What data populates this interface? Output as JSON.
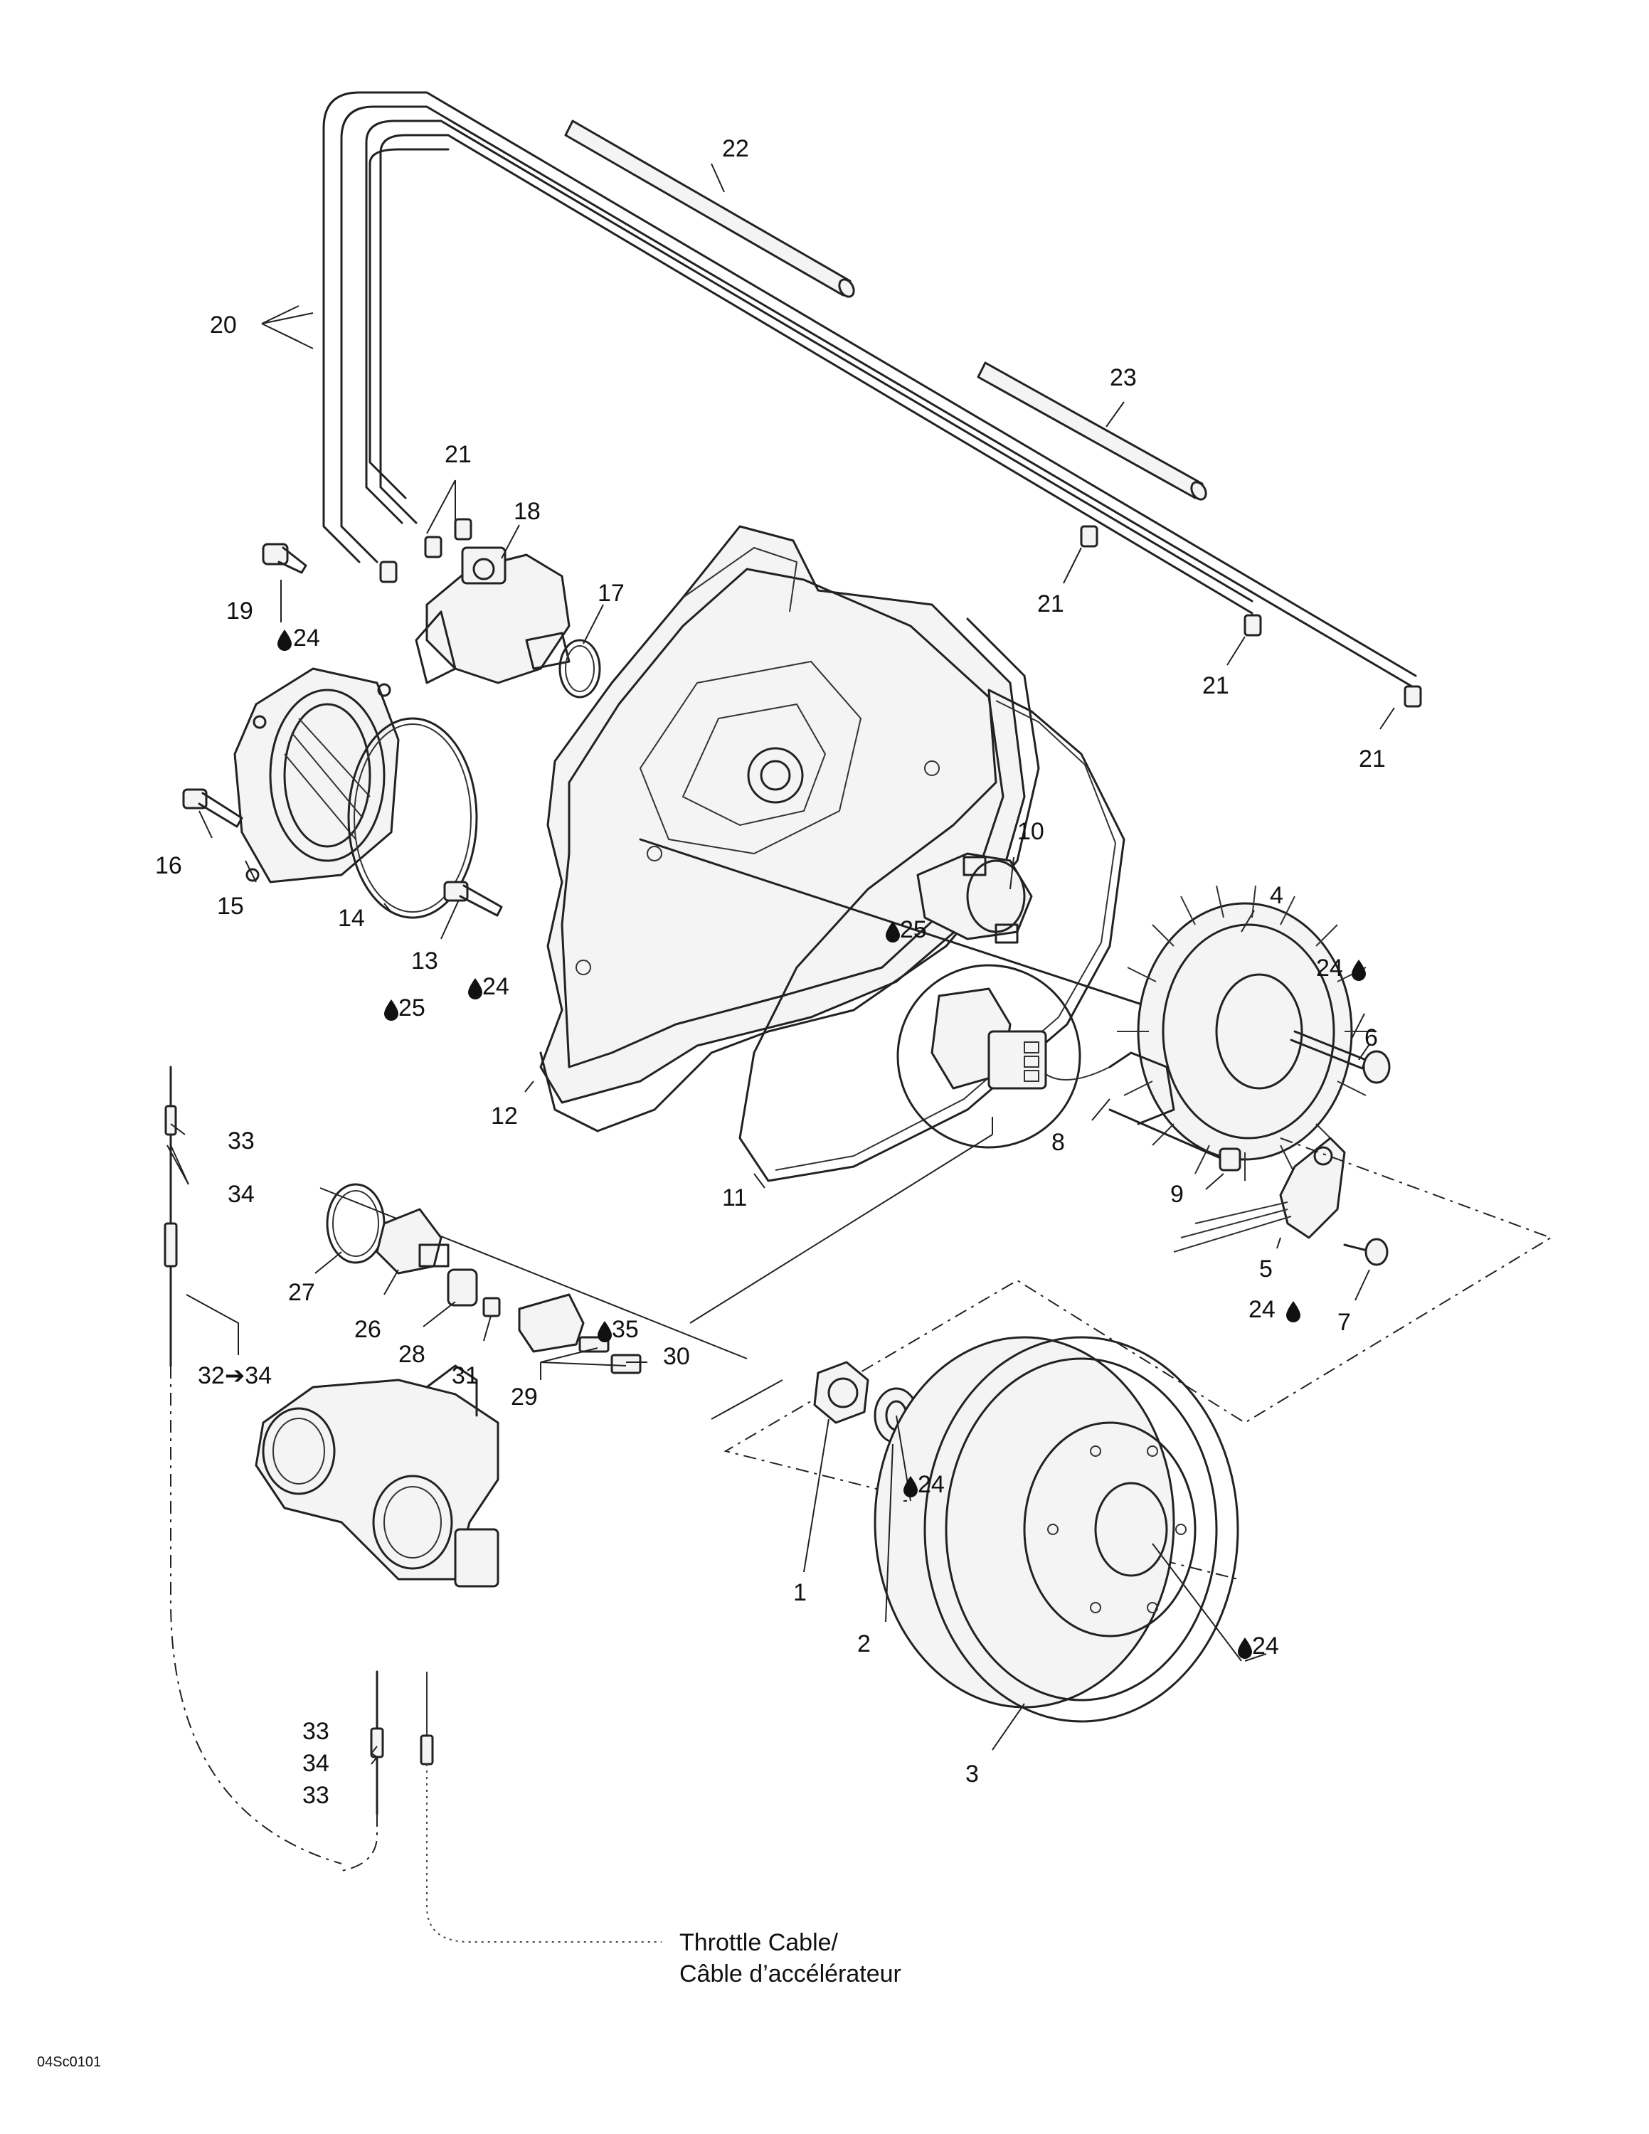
{
  "callouts": [
    {
      "id": "c1",
      "text": "1"
    },
    {
      "id": "c2",
      "text": "2"
    },
    {
      "id": "c3",
      "text": "3"
    },
    {
      "id": "c4",
      "text": "4"
    },
    {
      "id": "c5",
      "text": "5"
    },
    {
      "id": "c6",
      "text": "6"
    },
    {
      "id": "c7",
      "text": "7"
    },
    {
      "id": "c8",
      "text": "8"
    },
    {
      "id": "c9",
      "text": "9"
    },
    {
      "id": "c10",
      "text": "10"
    },
    {
      "id": "c11",
      "text": "11"
    },
    {
      "id": "c12",
      "text": "12"
    },
    {
      "id": "c13",
      "text": "13"
    },
    {
      "id": "c14",
      "text": "14"
    },
    {
      "id": "c15",
      "text": "15"
    },
    {
      "id": "c16",
      "text": "16"
    },
    {
      "id": "c17",
      "text": "17"
    },
    {
      "id": "c18",
      "text": "18"
    },
    {
      "id": "c19",
      "text": "19"
    },
    {
      "id": "c20",
      "text": "20"
    },
    {
      "id": "c21a",
      "text": "21"
    },
    {
      "id": "c21b",
      "text": "21"
    },
    {
      "id": "c21c",
      "text": "21"
    },
    {
      "id": "c21d",
      "text": "21"
    },
    {
      "id": "c22",
      "text": "22"
    },
    {
      "id": "c23",
      "text": "23"
    },
    {
      "id": "c24a",
      "text": "24"
    },
    {
      "id": "c24b",
      "text": "24"
    },
    {
      "id": "c24c",
      "text": "24"
    },
    {
      "id": "c24d",
      "text": "24"
    },
    {
      "id": "c24e",
      "text": "24"
    },
    {
      "id": "c24f",
      "text": "24"
    },
    {
      "id": "c25a",
      "text": "25"
    },
    {
      "id": "c25b",
      "text": "25"
    },
    {
      "id": "c26",
      "text": "26"
    },
    {
      "id": "c27",
      "text": "27"
    },
    {
      "id": "c28",
      "text": "28"
    },
    {
      "id": "c29",
      "text": "29"
    },
    {
      "id": "c30",
      "text": "30"
    },
    {
      "id": "c31",
      "text": "31"
    },
    {
      "id": "c32",
      "text": "32➔34"
    },
    {
      "id": "c33a",
      "text": "33"
    },
    {
      "id": "c33b",
      "text": "33"
    },
    {
      "id": "c33c",
      "text": "33"
    },
    {
      "id": "c34a",
      "text": "34"
    },
    {
      "id": "c34b",
      "text": "34"
    },
    {
      "id": "c35",
      "text": "35"
    }
  ],
  "caption": {
    "line1": "Throttle Cable/",
    "line2": "Câble d’accélérateur"
  },
  "figure_code": "04Sc0101"
}
